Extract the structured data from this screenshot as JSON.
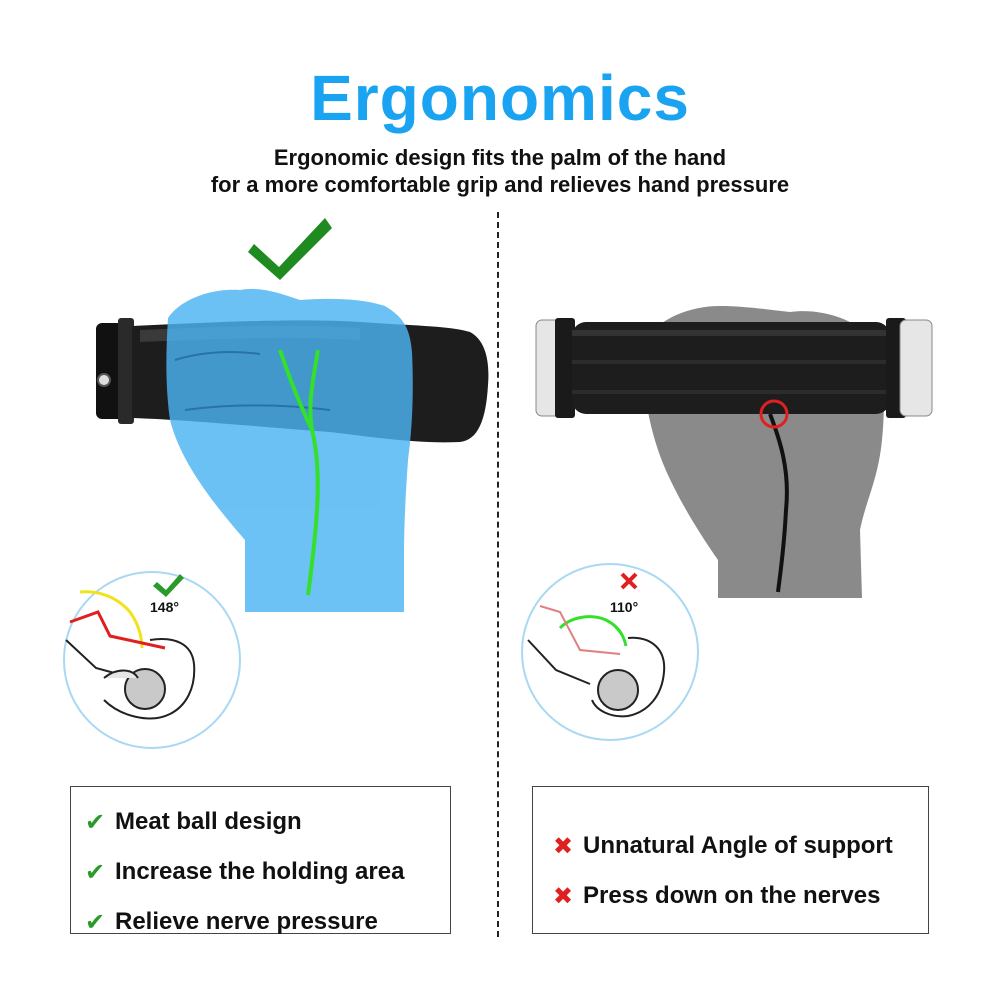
{
  "header": {
    "title": "Ergonomics",
    "subtitle_line1": "Ergonomic design fits the palm of the hand",
    "subtitle_line2": "for a more comfortable grip and relieves hand pressure"
  },
  "left_panel": {
    "angle_label": "148°",
    "features": [
      "Meat ball design",
      "Increase the holding area",
      "Relieve nerve pressure"
    ]
  },
  "right_panel": {
    "angle_label": "110°",
    "drawbacks": [
      "Unnatural Angle of support",
      "Press down on the nerves"
    ]
  },
  "colors": {
    "title_blue": "#1aa3f0",
    "check_green": "#2a9a2a",
    "cross_red": "#e02020",
    "hand_blue": "#4cb4f2",
    "hand_gray": "#8a8a8a",
    "nerve_green": "#33e02a"
  },
  "icons": {
    "good": "check-icon",
    "bad": "cross-icon"
  }
}
